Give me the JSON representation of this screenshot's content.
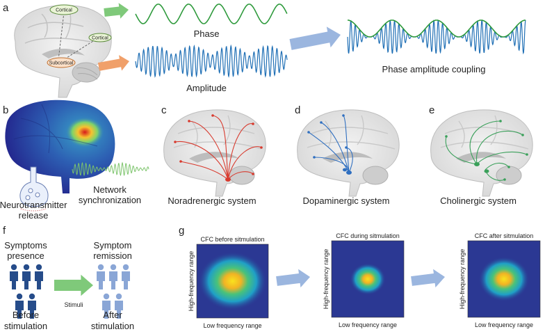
{
  "colors": {
    "wave": "#1f6fb5",
    "phase_wave": "#2e9a3c",
    "green_arrow": "#7fc97a",
    "orange_arrow": "#f0a06a",
    "blue_arrow": "#9bb6df",
    "heatmap_bg": "#2b3893",
    "noradrenergic": "#d83a2e",
    "dopaminergic": "#2f6fc0",
    "cholinergic": "#3aa05a",
    "person_dark": "#264c8a",
    "person_light": "#8aa6d6",
    "eeg_trace": "#7cc46b"
  },
  "panel_a": {
    "letter": "a",
    "brain_labels": [
      "Cortical",
      "Cortical",
      "Subcortical"
    ],
    "phase_label": "Phase",
    "amplitude_label": "Amplitude",
    "pac_label": "Phase amplitude coupling"
  },
  "panel_b": {
    "letter": "b",
    "network_label": [
      "Network",
      "synchronization"
    ],
    "neuro_label": [
      "Neurotransmitter",
      "release"
    ]
  },
  "panel_c": {
    "letter": "c",
    "caption": "Noradrenergic system"
  },
  "panel_d": {
    "letter": "d",
    "caption": "Dopaminergic system"
  },
  "panel_e": {
    "letter": "e",
    "caption": "Cholinergic system"
  },
  "panel_f": {
    "letter": "f",
    "left_title": [
      "Symptoms",
      "presence"
    ],
    "right_title": [
      "Symptom",
      "remission"
    ],
    "stimuli": "Stimuli",
    "left_footer": [
      "Before",
      "stimulation"
    ],
    "right_footer": [
      "After",
      "stimulation"
    ]
  },
  "panel_g": {
    "letter": "g",
    "xlabel": "Low frequency range",
    "ylabel": "High-frequency range",
    "heatmaps": [
      {
        "title": "CFC before sitmulation",
        "intensity": 1.0
      },
      {
        "title": "CFC during sitmulation",
        "intensity": 0.45
      },
      {
        "title": "CFC after sitmulation",
        "intensity": 0.7
      }
    ]
  }
}
